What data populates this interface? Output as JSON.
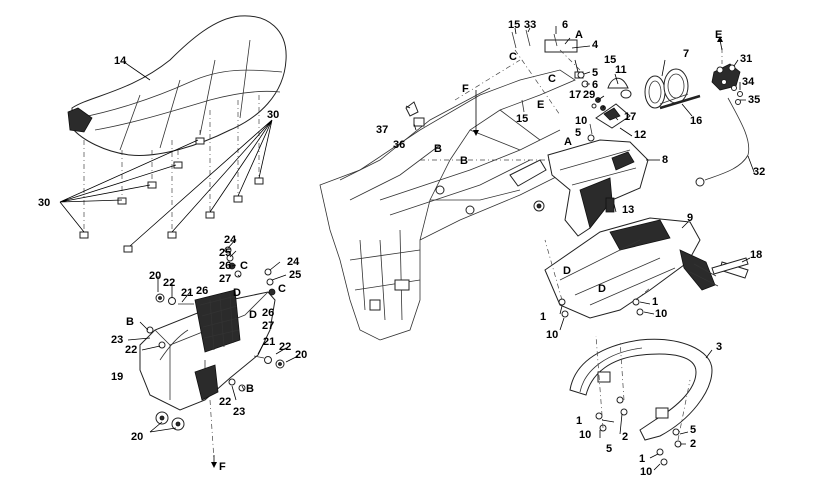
{
  "callouts": {
    "c14": "14",
    "c30a": "30",
    "c30b": "30",
    "c24a": "24",
    "c25a": "25",
    "c26a": "26",
    "cCa": "C",
    "c27a": "27",
    "cDa": "D",
    "c26b": "26",
    "c24b": "24",
    "c25b": "25",
    "cCb": "C",
    "c26c": "26",
    "c27b": "27",
    "cDb": "D",
    "c20a": "20",
    "c22a": "22",
    "c21a": "21",
    "cBa": "B",
    "c23a": "23",
    "c22b": "22",
    "c19": "19",
    "c21b": "21",
    "c22c": "22",
    "c20b": "20",
    "c22d": "22",
    "cBb": "B",
    "c23b": "23",
    "c20c": "20",
    "cF1": "F",
    "c37": "37",
    "c36": "36",
    "cB1": "B",
    "cB2": "B",
    "cF2": "F",
    "cC1": "C",
    "cC2": "C",
    "cE1": "E",
    "c15a": "15",
    "c33": "33",
    "c6a": "6",
    "cA1": "A",
    "c4": "4",
    "c15b": "15",
    "c5a": "5",
    "c6b": "6",
    "c11": "11",
    "c29": "29",
    "c17a": "17",
    "c17b": "17",
    "c15c": "15",
    "c10a": "10",
    "c5b": "5",
    "c12": "12",
    "cA2": "A",
    "c7": "7",
    "c16": "16",
    "c8": "8",
    "c13": "13",
    "c9": "9",
    "cDc": "D",
    "cDd": "D",
    "c1a": "1",
    "c10b": "10",
    "c1b": "1",
    "c10c": "10",
    "c3": "3",
    "c5c": "5",
    "c2a": "2",
    "c1c": "1",
    "c10d": "10",
    "c5d": "5",
    "c2b": "2",
    "c1d": "1",
    "c10e": "10",
    "c18": "18",
    "cE2": "E",
    "c31": "31",
    "c34": "34",
    "c35": "35",
    "c32": "32"
  }
}
